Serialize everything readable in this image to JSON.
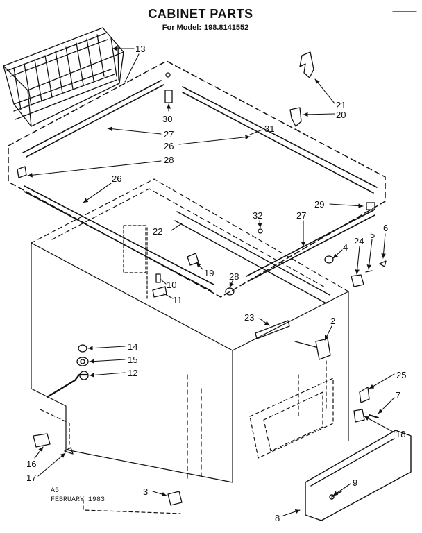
{
  "header": {
    "title": "CABINET PARTS",
    "model_label": "For Model:",
    "model_number": "198.8141552"
  },
  "footer": {
    "code": "A5",
    "date": "FEBRUARY 1983"
  },
  "parts": [
    {
      "id": "p13",
      "number": "13"
    },
    {
      "id": "p30",
      "number": "30"
    },
    {
      "id": "p27a",
      "number": "27"
    },
    {
      "id": "p26a",
      "number": "26"
    },
    {
      "id": "p31",
      "number": "31"
    },
    {
      "id": "p28a",
      "number": "28"
    },
    {
      "id": "p21",
      "number": "21"
    },
    {
      "id": "p20",
      "number": "20"
    },
    {
      "id": "p26b",
      "number": "26"
    },
    {
      "id": "p29",
      "number": "29"
    },
    {
      "id": "p32",
      "number": "32"
    },
    {
      "id": "p27b",
      "number": "27"
    },
    {
      "id": "p22",
      "number": "22"
    },
    {
      "id": "p6",
      "number": "6"
    },
    {
      "id": "p24",
      "number": "24"
    },
    {
      "id": "p5",
      "number": "5"
    },
    {
      "id": "p4",
      "number": "4"
    },
    {
      "id": "p19",
      "number": "19"
    },
    {
      "id": "p28b",
      "number": "28"
    },
    {
      "id": "p10",
      "number": "10"
    },
    {
      "id": "p11",
      "number": "11"
    },
    {
      "id": "p23",
      "number": "23"
    },
    {
      "id": "p2",
      "number": "2"
    },
    {
      "id": "p14",
      "number": "14"
    },
    {
      "id": "p15",
      "number": "15"
    },
    {
      "id": "p12",
      "number": "12"
    },
    {
      "id": "p25",
      "number": "25"
    },
    {
      "id": "p7",
      "number": "7"
    },
    {
      "id": "p18",
      "number": "18"
    },
    {
      "id": "p16",
      "number": "16"
    },
    {
      "id": "p17",
      "number": "17"
    },
    {
      "id": "p9",
      "number": "9"
    },
    {
      "id": "p3",
      "number": "3"
    },
    {
      "id": "p8",
      "number": "8"
    }
  ]
}
